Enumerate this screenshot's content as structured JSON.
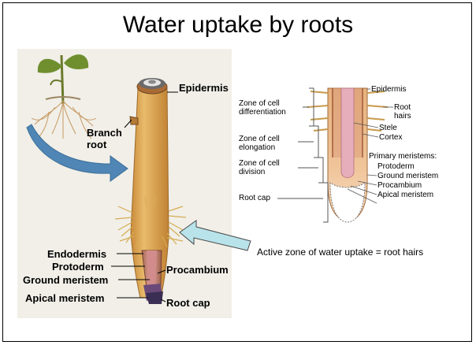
{
  "slide": {
    "title": "Water uptake by roots"
  },
  "left_figure": {
    "labels": {
      "epidermis": "Epidermis",
      "branch_root": "Branch\nroot",
      "endodermis": "Endodermis",
      "protoderm": "Protoderm",
      "ground_meristem": "Ground meristem",
      "apical_meristem": "Apical meristem",
      "procambium": "Procambium",
      "root_cap": "Root cap"
    }
  },
  "right_figure": {
    "zones": {
      "differentiation": "Zone of cell\ndifferentiation",
      "elongation": "Zone of cell\nelongation",
      "division": "Zone of cell\ndivision",
      "root_cap": "Root cap"
    },
    "parts": {
      "epidermis": "Epidermis",
      "root_hairs": "Root\nhairs",
      "stele": "Stele",
      "cortex": "Cortex",
      "primary_meristems": "Primary meristems:",
      "protoderm": "Protoderm",
      "ground_meristem": "Ground meristem",
      "procambium": "Procambium",
      "apical_meristem": "Apical meristem"
    }
  },
  "annotation": {
    "text": "Active zone of water uptake =  root hairs"
  },
  "colors": {
    "root_tan": "#d9a555",
    "arrow_fill": "#b9e3ea",
    "blue_arrow": "#4f86b5"
  }
}
